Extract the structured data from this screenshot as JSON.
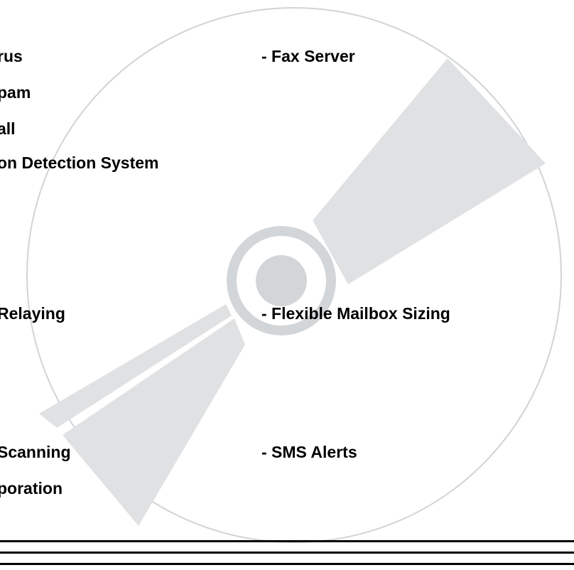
{
  "colors": {
    "disc_outline": "#d0d4d6",
    "disc_stripe": "#dfe1e3",
    "hub_fill": "#d3d6d8",
    "text": "#000000",
    "rules": "#000000"
  },
  "features": {
    "left": [
      "rus",
      "pam",
      "all",
      "on Detection System",
      " Relaying",
      "Scanning",
      "poration"
    ],
    "right": [
      "- Fax Server",
      "- Flexible Mailbox Sizing",
      "- SMS Alerts"
    ]
  }
}
